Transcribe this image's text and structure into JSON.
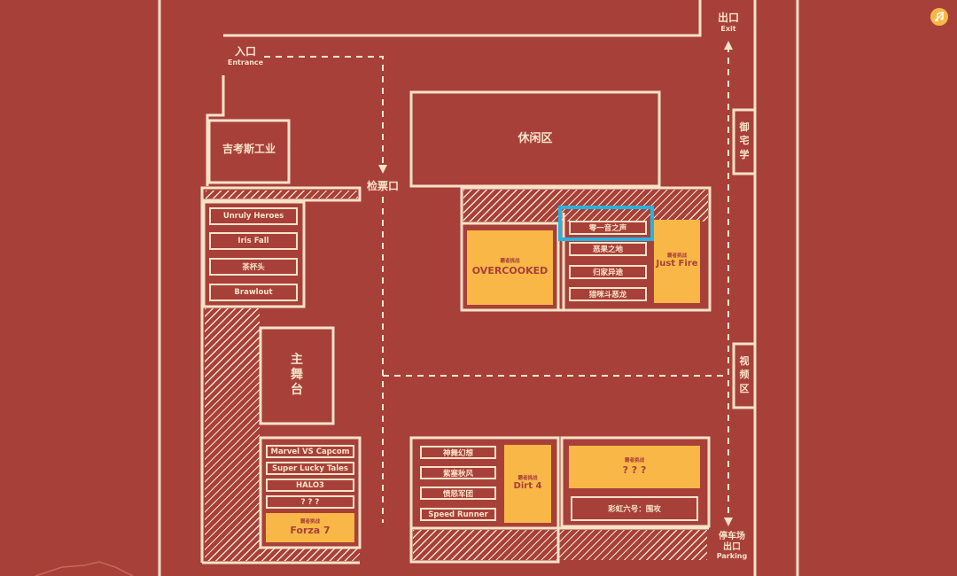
{
  "labels": {
    "entrance_cn": "入口",
    "entrance_en": "Entrance",
    "exit_cn": "出口",
    "exit_en": "Exit",
    "parking_cn": "停车场",
    "parking_cn2": "出口",
    "parking_en": "Parking",
    "ticket_check": "检票口",
    "lounge": "休闲区",
    "sponsor": "吉考斯工业",
    "main_stage": "主舞台",
    "otaku_zone": "御宅学",
    "video_zone": "视频区"
  },
  "left_column": [
    "Unruly Heroes",
    "Iris Fall",
    "茶杯头",
    "Brawlout"
  ],
  "bottom_left_column": [
    "Marvel VS Capcom",
    "Super Lucky Tales",
    "HALO3",
    "? ? ?"
  ],
  "upper_mid_column": [
    "零一音之声",
    "恶果之地",
    "归家异途",
    "猎咪斗恶龙"
  ],
  "bottom_mid_column": [
    "神舞幻想",
    "紫塞秋风",
    "愤怒军团",
    "Speed Runner"
  ],
  "challenge_tag": "霸者挑战",
  "highlights": {
    "overcooked": "OVERCOOKED",
    "just_fire": "Just Fire",
    "forza": "Forza 7",
    "dirt": "Dirt 4",
    "unknown": "? ? ?"
  },
  "rainbow_six": "彩虹六号：围攻",
  "colors": {
    "background": "#a8403a",
    "line": "#f6e3c8",
    "highlight_fill": "#f8b746",
    "selection": "#27b2e0"
  },
  "icons": [
    "music-note-icon"
  ]
}
